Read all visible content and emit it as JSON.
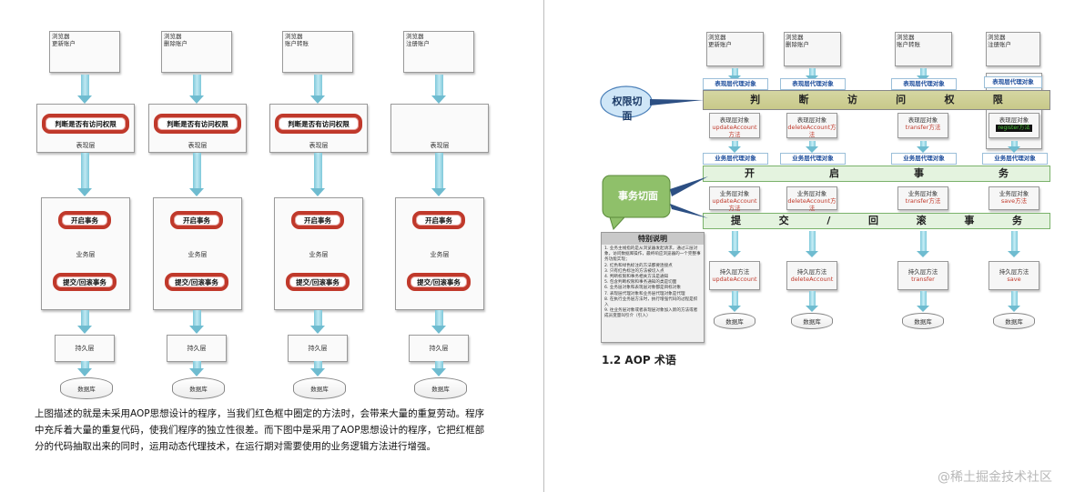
{
  "left": {
    "columns": [
      {
        "browser": "浏览器\n更新账户",
        "check": "判断是否有访问权限",
        "presentation": "表现层",
        "tx_open": "开启事务",
        "business": "业务层",
        "tx_commit": "提交/回滚事务",
        "persistence": "持久层",
        "database": "数据库"
      },
      {
        "browser": "浏览器\n删除账户",
        "check": "判断是否有访问权限",
        "presentation": "表现层",
        "tx_open": "开启事务",
        "business": "业务层",
        "tx_commit": "提交/回滚事务",
        "persistence": "持久层",
        "database": "数据库"
      },
      {
        "browser": "浏览器\n账户转账",
        "check": "判断是否有访问权限",
        "presentation": "表现层",
        "tx_open": "开启事务",
        "business": "业务层",
        "tx_commit": "提交/回滚事务",
        "persistence": "持久层",
        "database": "数据库"
      },
      {
        "browser": "浏览器\n注册账户",
        "check": "",
        "presentation": "表现层",
        "tx_open": "开启事务",
        "business": "业务层",
        "tx_commit": "提交/回滚事务",
        "persistence": "持久层",
        "database": "数据库"
      }
    ],
    "paragraph": "上图描述的就是未采用AOP思想设计的程序，当我们红色框中圈定的方法时，会带来大量的重复劳动。程序中充斥着大量的重复代码，使我们程序的独立性很差。而下图中是采用了AOP思想设计的程序，它把红框部分的代码抽取出来的同时，运用动态代理技术，在运行期对需要使用的业务逻辑方法进行增强。"
  },
  "right": {
    "columns": [
      {
        "browser": "浏览器\n更新账户",
        "pres_proxy": "表现层代理对象",
        "pres_obj": "表现层对象",
        "pres_method": "updateAccount方法",
        "biz_proxy": "业务层代理对象",
        "biz_obj": "业务层对象",
        "biz_method": "updateAccount方法",
        "persist_label": "持久层方法",
        "persist_method": "updateAccount",
        "database": "数据库"
      },
      {
        "browser": "浏览器\n删除账户",
        "pres_proxy": "表现层代理对象",
        "pres_obj": "表现层对象",
        "pres_method": "deleteAccount方法",
        "biz_proxy": "业务层代理对象",
        "biz_obj": "业务层对象",
        "biz_method": "deleteAccount方法",
        "persist_label": "持久层方法",
        "persist_method": "deleteAccount",
        "database": "数据库"
      },
      {
        "browser": "浏览器\n账户转账",
        "pres_proxy": "表现层代理对象",
        "pres_obj": "表现层对象",
        "pres_method": "transfer方法",
        "biz_proxy": "业务层代理对象",
        "biz_obj": "业务层对象",
        "biz_method": "transfer方法",
        "persist_label": "持久层方法",
        "persist_method": "transfer",
        "database": "数据库"
      },
      {
        "browser": "浏览器\n注册账户",
        "pres_proxy": "表现层代理对象",
        "pres_obj": "表现层对象",
        "pres_method": "register方法",
        "biz_proxy": "业务层代理对象",
        "biz_obj": "业务层对象",
        "biz_method": "save方法",
        "persist_label": "持久层方法",
        "persist_method": "save",
        "database": "数据库"
      }
    ],
    "permission_aspect": "权限切面",
    "transaction_aspect": "事务切面",
    "band_check": [
      "判",
      "断",
      "访",
      "问",
      "权",
      "限"
    ],
    "band_open": [
      "开",
      "启",
      "事",
      "务"
    ],
    "band_commit": [
      "提",
      "交",
      "/",
      "回",
      "滚",
      "事",
      "务"
    ],
    "notes_title": "特别说明",
    "notes": [
      "1. 业务主线指的是从浏览器发起请求，通过三层对象，访问数据库操作，最终响应浏览器的一个完整事务功能实现；",
      "2. 红色和绿色标注的方法都要连接点",
      "3. 只有红色标注的方法被切入点",
      "4. 判断权限和事务相关方法是通知",
      "5. 包含判断权限和事务通知的类是切面",
      "6. 业务层对象和表现层对象都是目标对象",
      "7. 表现层代理对象和业务层代理对象是代理",
      "8. 在执行业务层方法时，执行增强代码的过程是织入",
      "9. 往业务层对象或者表现层对象加入新的方法或者成员变量叫引介（引入）"
    ],
    "section_heading": "1.2 AOP 术语",
    "watermark": "@稀土掘金技术社区"
  }
}
